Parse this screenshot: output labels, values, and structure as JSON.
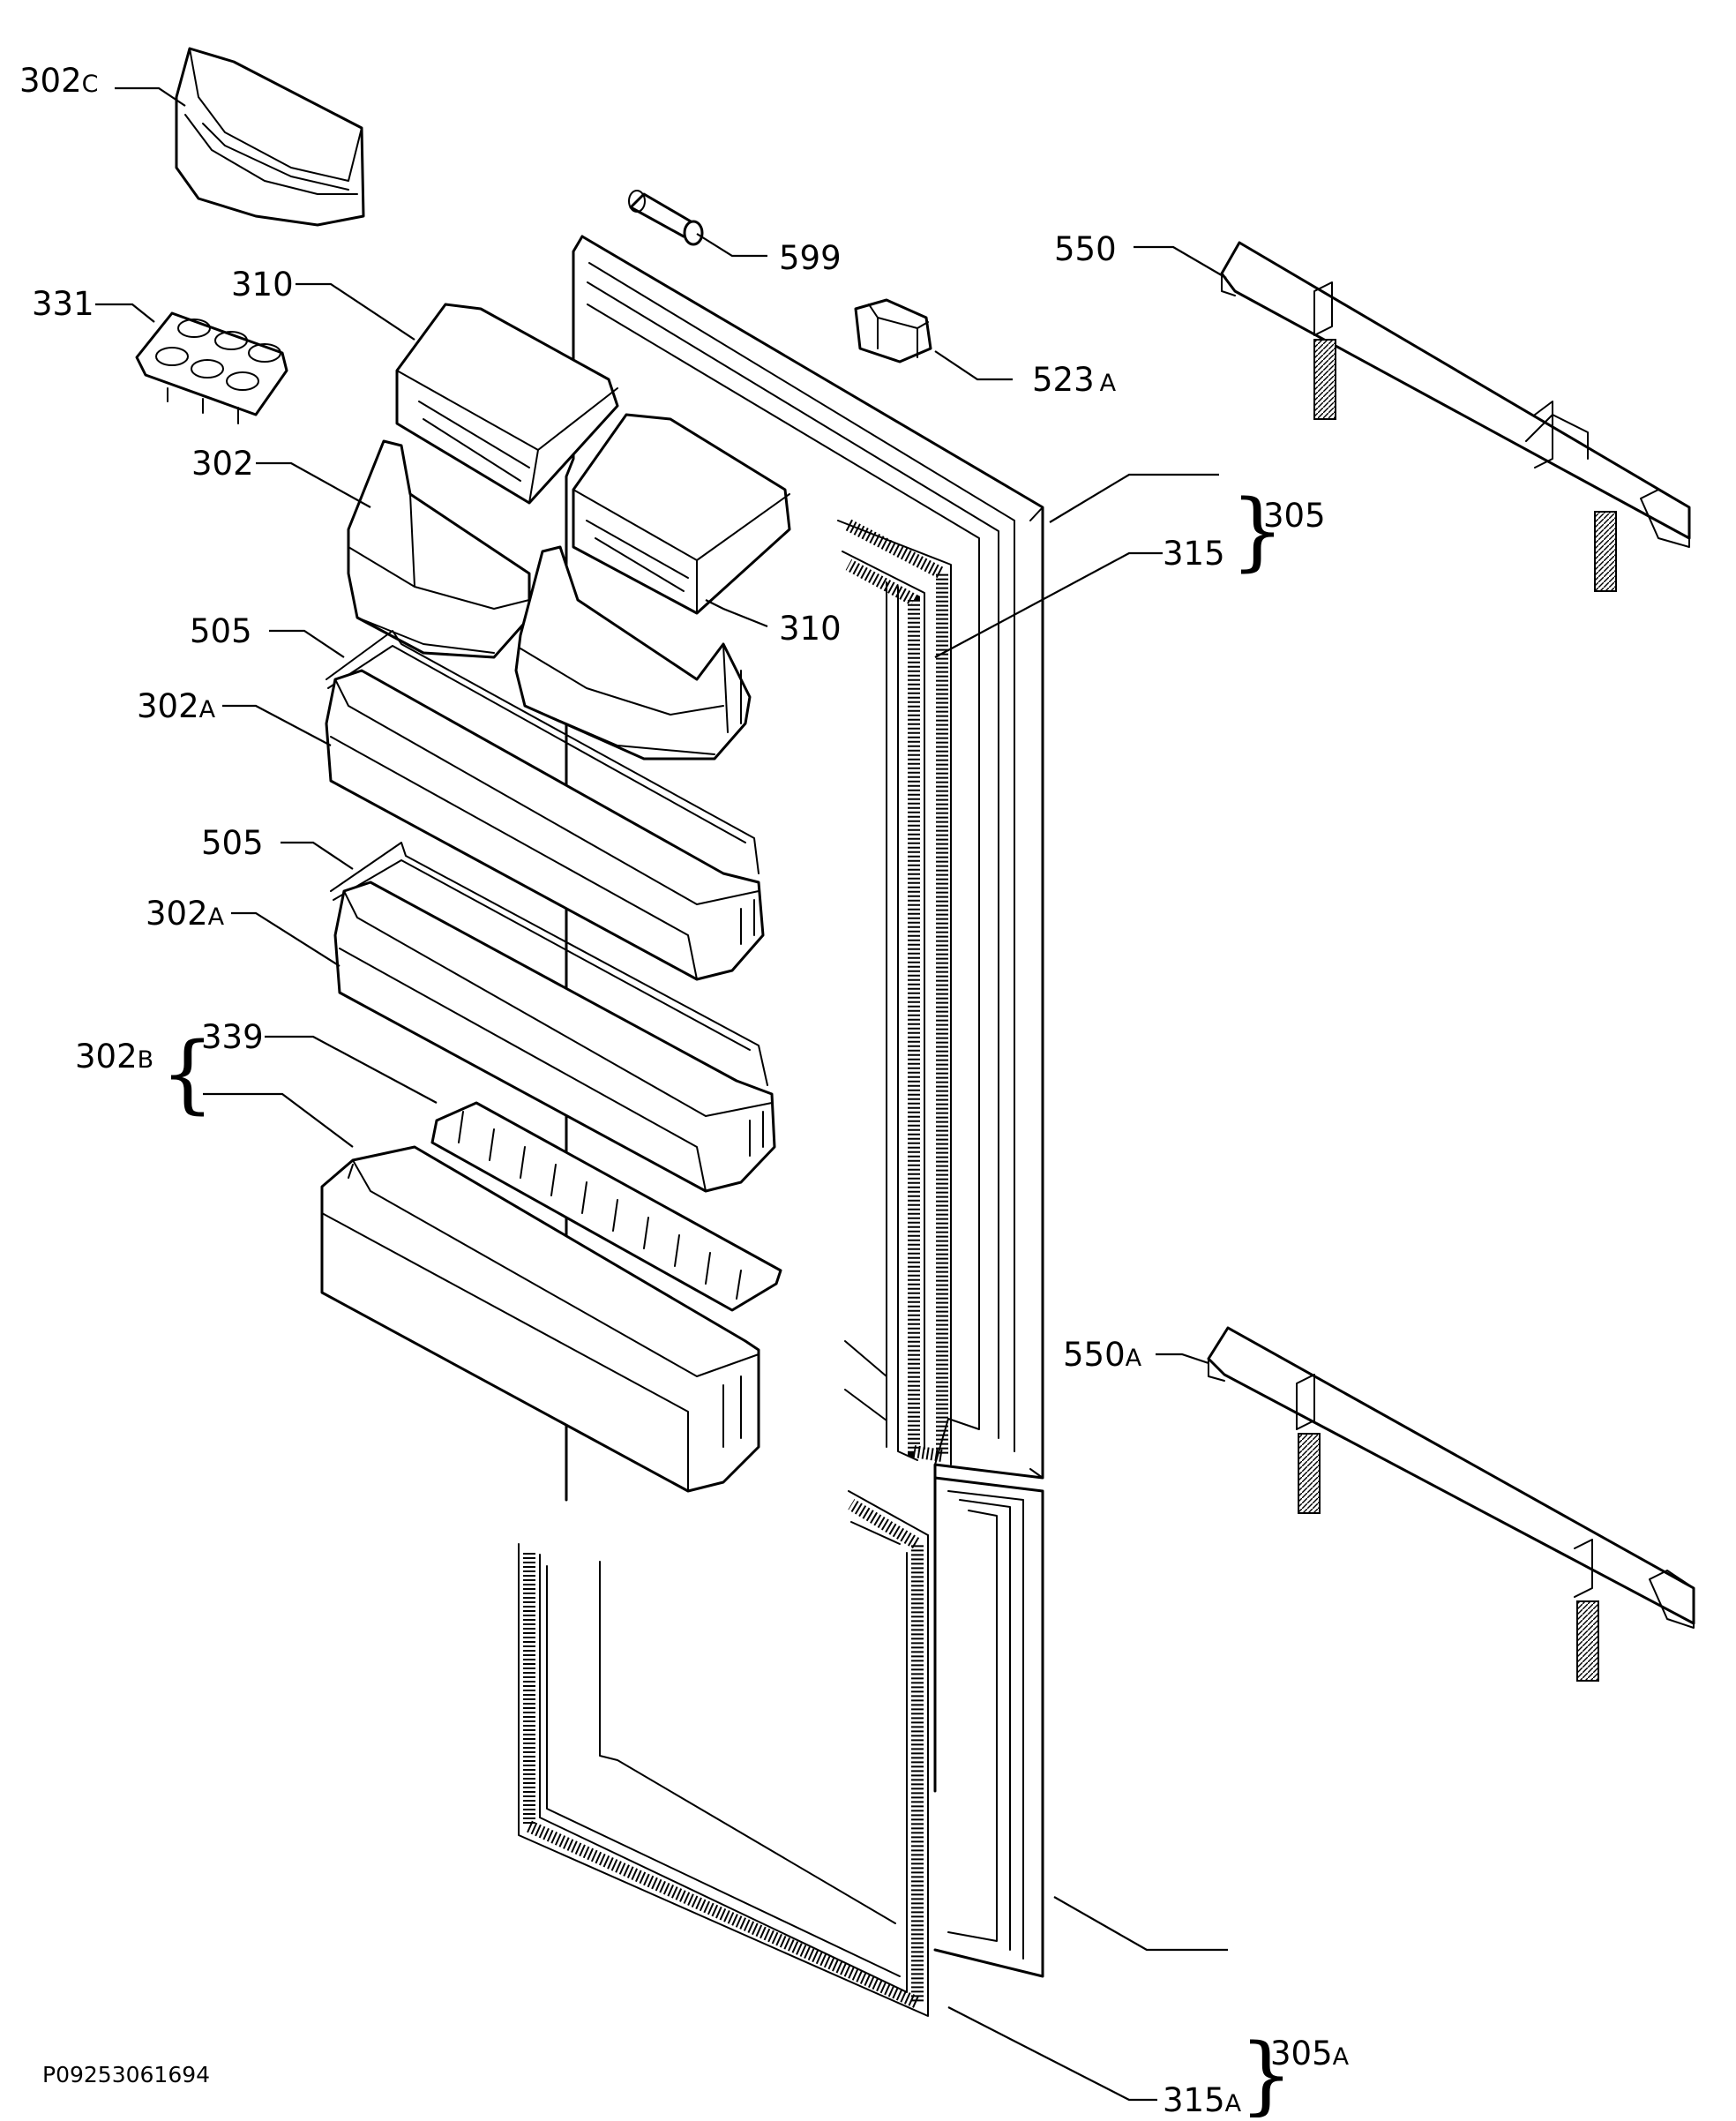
{
  "diagram": {
    "drawing_code": "P09253061694",
    "labels": {
      "p302c": {
        "main": "302",
        "suffix": "C"
      },
      "p331": {
        "main": "331",
        "suffix": ""
      },
      "p310_top": {
        "main": "310",
        "suffix": ""
      },
      "p310_mid": {
        "main": "310",
        "suffix": ""
      },
      "p302": {
        "main": "302",
        "suffix": ""
      },
      "p505_a": {
        "main": "505",
        "suffix": ""
      },
      "p302a_a": {
        "main": "302",
        "suffix": "A"
      },
      "p505_b": {
        "main": "505",
        "suffix": ""
      },
      "p302a_b": {
        "main": "302",
        "suffix": "A"
      },
      "p339": {
        "main": "339",
        "suffix": ""
      },
      "p302b": {
        "main": "302",
        "suffix": "B"
      },
      "p599": {
        "main": "599",
        "suffix": ""
      },
      "p523a": {
        "main": "523",
        "suffix": "A"
      },
      "p550": {
        "main": "550",
        "suffix": ""
      },
      "p305": {
        "main": "305",
        "suffix": ""
      },
      "p315": {
        "main": "315",
        "suffix": ""
      },
      "p550a": {
        "main": "550",
        "suffix": "A"
      },
      "p305a": {
        "main": "305",
        "suffix": "A"
      },
      "p315a": {
        "main": "315",
        "suffix": "A"
      }
    }
  }
}
